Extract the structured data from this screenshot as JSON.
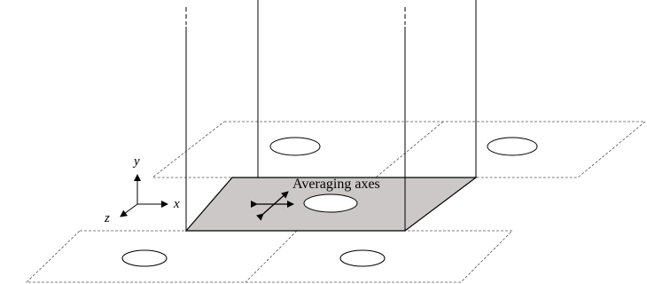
{
  "annotation": {
    "text": "Averaging axes"
  },
  "axes": {
    "x": "x",
    "y": "y",
    "z": "z"
  },
  "colors": {
    "line": "#000000",
    "dashed": "#555555",
    "shaded_cell": "#cdc8c8",
    "background": "#ffffff"
  },
  "elements": {
    "dashed_planes": 4,
    "ellipses": 5,
    "shaded_cells": 1,
    "vertical_posts": 4
  }
}
